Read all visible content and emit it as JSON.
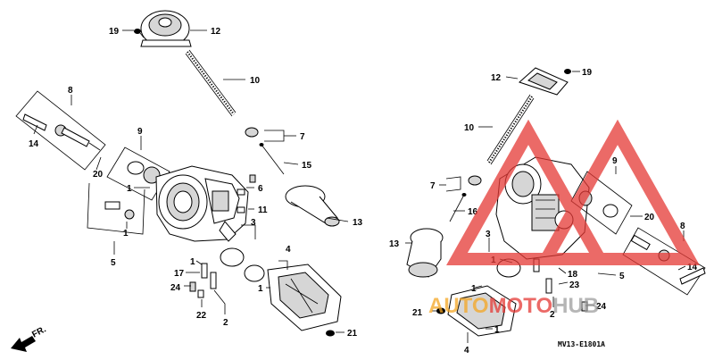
{
  "diagram": {
    "code": "MV13-E1801A",
    "fr_label": "FR.",
    "left_labels": {
      "n19": "19",
      "n12": "12",
      "n10": "10",
      "n8": "8",
      "n14": "14",
      "n9": "9",
      "n7": "7",
      "n15": "15",
      "n20": "20",
      "n1a": "1",
      "n6": "6",
      "n11": "11",
      "n3": "3",
      "n1b": "1",
      "n13": "13",
      "n5": "5",
      "n4": "4",
      "n1c": "1",
      "n17": "17",
      "n24": "24",
      "n22": "22",
      "n2": "2",
      "n1d": "1",
      "n21": "21"
    },
    "right_labels": {
      "n19": "19",
      "n12": "12",
      "n10": "10",
      "n9": "9",
      "n7": "7",
      "n16": "16",
      "n20": "20",
      "n8": "8",
      "n13": "13",
      "n3": "3",
      "n1a": "1",
      "n18": "18",
      "n5": "5",
      "n23": "23",
      "n14": "14",
      "n1b": "1",
      "n24": "24",
      "n21": "21",
      "n2": "2",
      "n4": "4",
      "n1c": "1"
    }
  },
  "watermark": {
    "brand_a": "AUTO",
    "brand_b": "MOTO",
    "brand_c": "HUB",
    "color_red": "#e53935",
    "color_orange": "#f5a623",
    "color_gray": "#9e9e9e"
  }
}
